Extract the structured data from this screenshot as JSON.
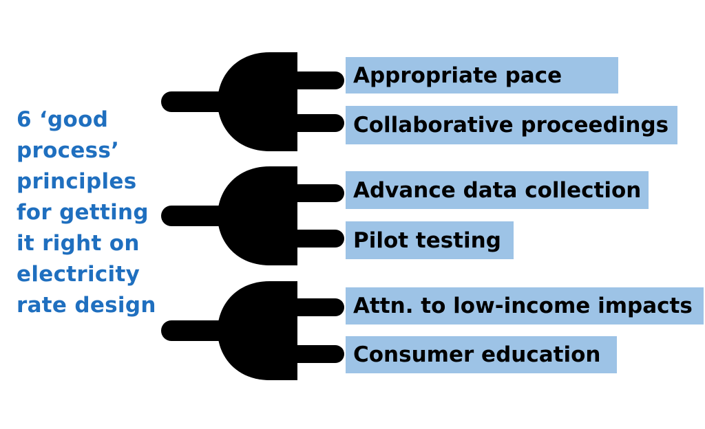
{
  "heading": {
    "lines": [
      "6 ‘good",
      "process’",
      "principles",
      "for getting",
      "it right on",
      "electricity",
      "rate design"
    ]
  },
  "colors": {
    "heading_text": "#1f6fbf",
    "label_box": "#9dc3e6",
    "plug": "#000000"
  },
  "plugs": [
    {
      "icon": "plug-icon",
      "prongs": [
        {
          "label": "Appropriate pace"
        },
        {
          "label": "Collaborative proceedings"
        }
      ]
    },
    {
      "icon": "plug-icon",
      "prongs": [
        {
          "label": "Advance data collection"
        },
        {
          "label": "Pilot testing"
        }
      ]
    },
    {
      "icon": "plug-icon",
      "prongs": [
        {
          "label": "Attn. to low-income impacts"
        },
        {
          "label": "Consumer education"
        }
      ]
    }
  ]
}
